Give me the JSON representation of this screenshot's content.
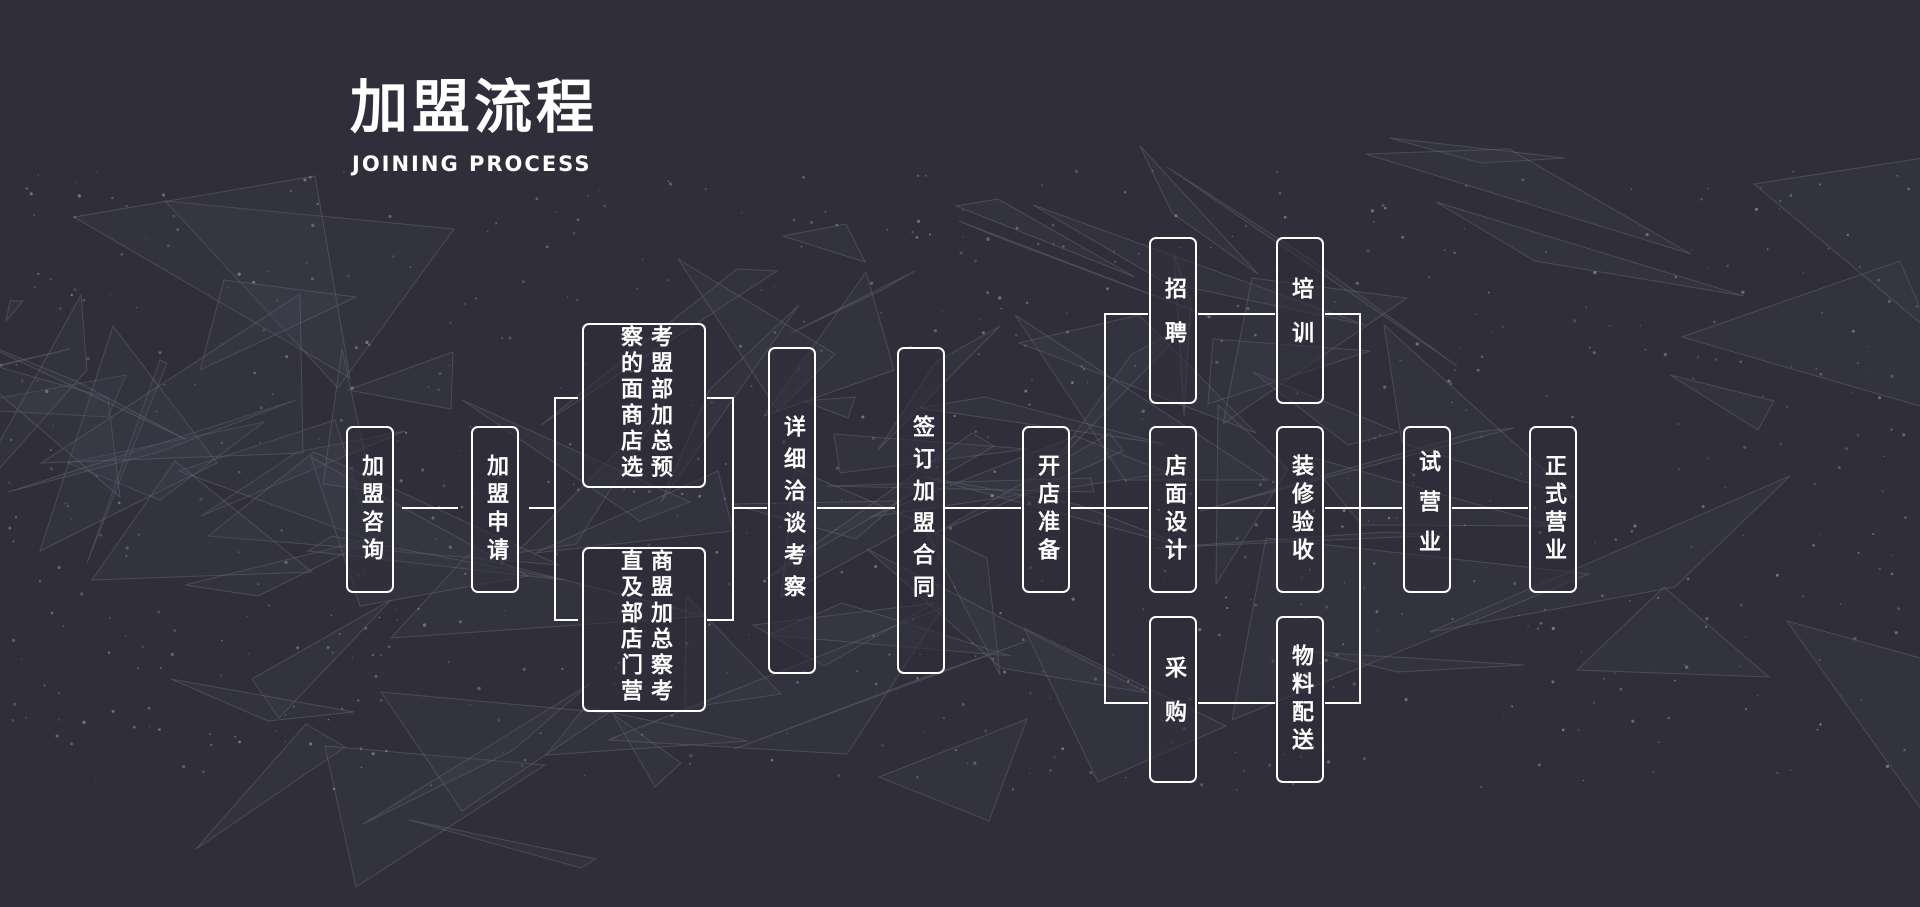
{
  "header": {
    "title": "加盟流程",
    "subtitle": "JOINING PROCESS"
  },
  "colors": {
    "background": "#2f2e3a",
    "foreground": "#ffffff"
  },
  "steps": {
    "consult": "加盟咨询",
    "apply": "加盟申请",
    "hq_preview": "考盟部加总预察的面商店选",
    "direct_store": "商盟加总察考直及部店门营",
    "negotiate": "详细洽谈考察",
    "sign": "签订加盟合同",
    "prepare": "开店准备",
    "recruit": "招聘",
    "design": "店面设计",
    "purchase": "采购",
    "training": "培训",
    "renovation": "装修验收",
    "delivery": "物料配送",
    "trial": "试营业",
    "open": "正式营业"
  }
}
